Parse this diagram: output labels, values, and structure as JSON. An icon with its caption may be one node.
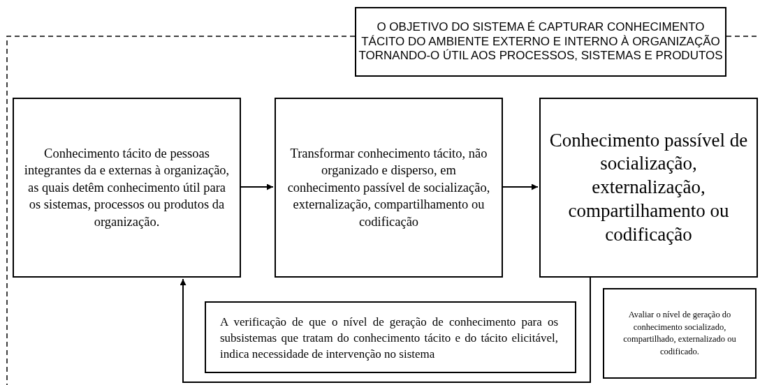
{
  "diagram": {
    "nodes": [
      {
        "text": [
          "O OBJETIVO DO SISTEMA É CAPTURAR CONHECIMENTO TÁCITO DO AMBIENTE EXTERNO E INTERNO À ORGANIZAÇÃO TORNANDO-O ÚTIL AOS PROCESSOS, SISTEMAS E PRODUTOS"
        ]
      },
      {
        "text": [
          "Conhecimento tácito de pessoas integrantes da e externas à organização, as quais detêm conhecimento útil para os sistemas, processos ou  produtos da organização."
        ]
      },
      {
        "text": [
          "Transformar conhecimento tácito,  não organizado e disperso, em conhecimento passível de socialização, externalização, compartilhamento ou codificação"
        ]
      },
      {
        "text": [
          "Conhecimento passível de socialização, externalização, compartilhamento ou codificação"
        ]
      },
      {
        "text": [
          "A verificação de que o nível de geração de conhecimento para os subsistemas que tratam do conhecimento tácito e do tácito elicitável, indica necessidade de intervenção no sistema"
        ]
      },
      {
        "text": [
          "Avaliar o nível de geração do conhecimento socializado, compartilhado, externalizado ou codificado."
        ]
      }
    ],
    "edges": [
      {
        "from": 1,
        "to": 2,
        "arrow": "to"
      },
      {
        "from": 2,
        "to": 3,
        "arrow": "to"
      },
      {
        "from": 3,
        "to": 1,
        "arrow": "to"
      }
    ]
  }
}
